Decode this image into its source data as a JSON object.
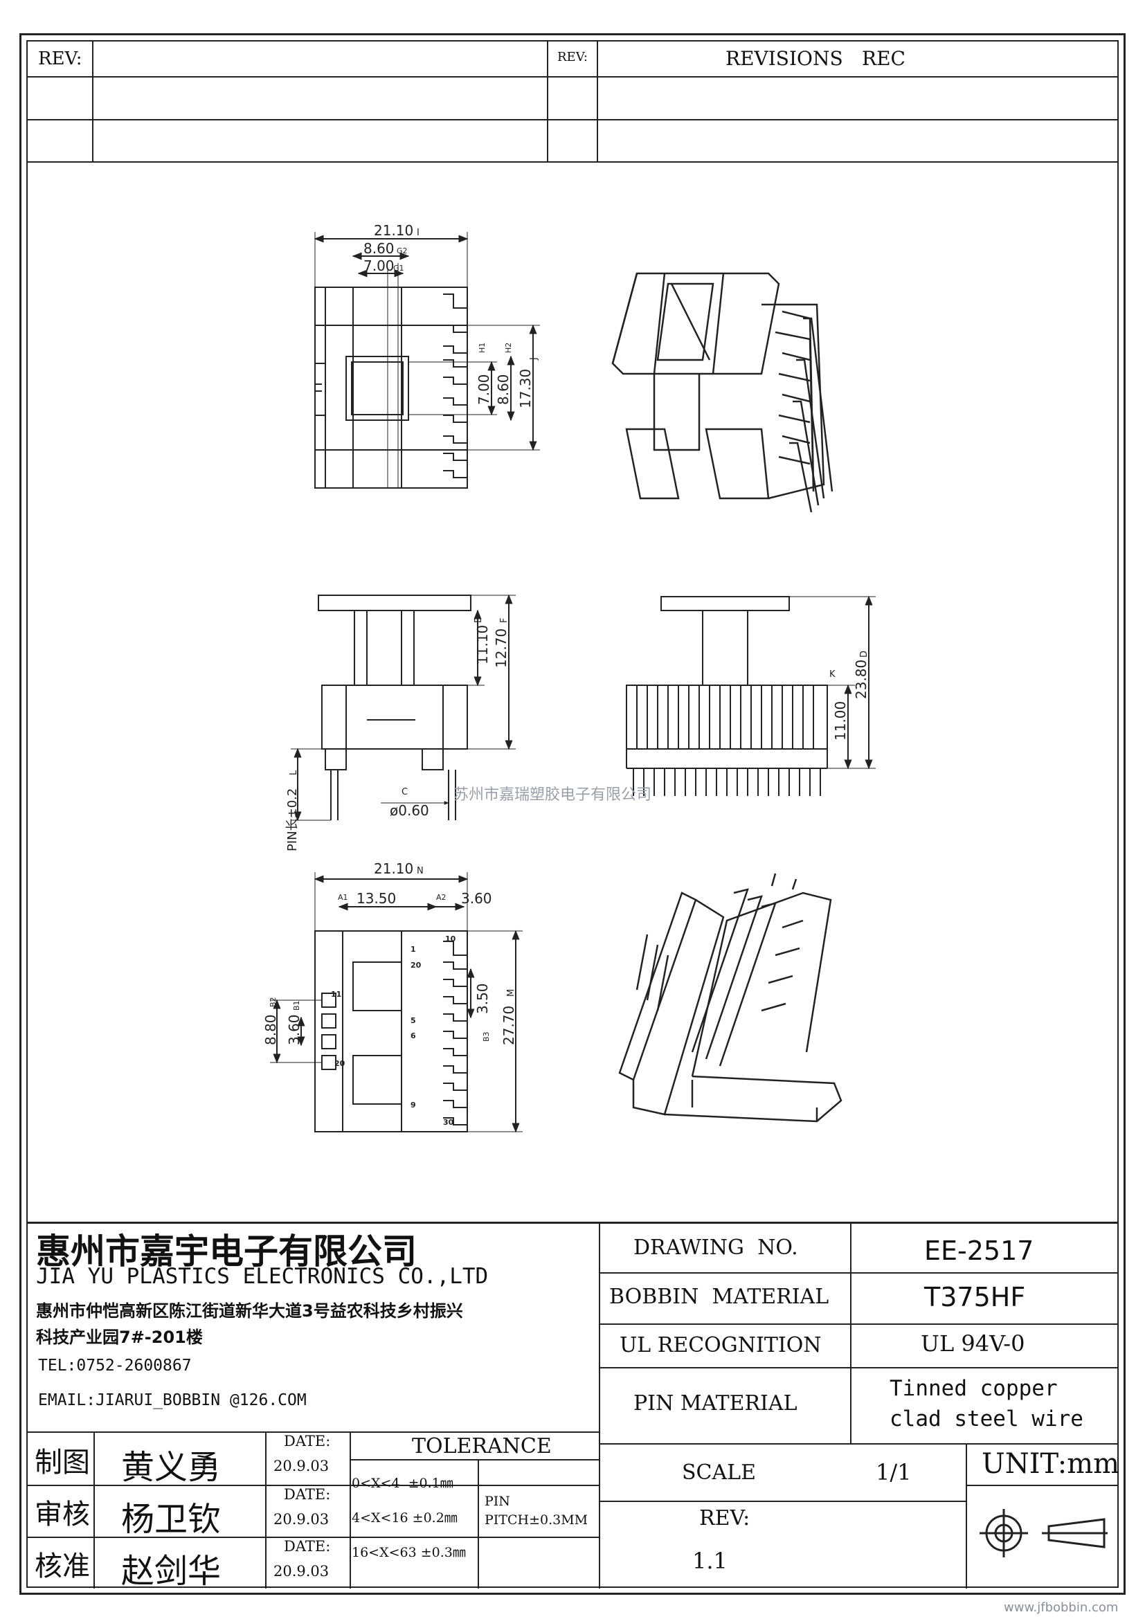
{
  "revisions_header": {
    "rev_left": "REV:",
    "rev_right": "REV:",
    "revisions": "REVISIONS",
    "rec": "REC"
  },
  "drawing": {
    "top_view": {
      "dim_width": "21.10",
      "tag_width": "I",
      "dim_g2": "8.60",
      "tag_g2": "G2",
      "dim_g1": "7.00",
      "tag_g1": "G1",
      "dim_h1": "7.00",
      "tag_h1": "H1",
      "dim_h2": "8.60",
      "tag_h2": "H2",
      "dim_j": "17.30",
      "tag_j": "J"
    },
    "front_view": {
      "dim_e": "11.10",
      "tag_e": "E",
      "dim_f": "12.70",
      "tag_f": "F",
      "dim_pin_len": "PIN长±0.2",
      "tag_l": "L",
      "dim_pin_dia": "ø0.60",
      "tag_c": "C"
    },
    "side_view": {
      "dim_d": "23.80",
      "tag_d": "D",
      "dim_k": "11.00",
      "tag_k": "K"
    },
    "bottom_view": {
      "dim_width": "21.10",
      "tag_width": "N",
      "dim_a1": "13.50",
      "tag_a1": "A1",
      "dim_a2": "3.60",
      "tag_a2": "A2",
      "dim_b2": "8.80",
      "tag_b2": "B2",
      "dim_b1": "3.60",
      "tag_b1": "B1",
      "dim_b3": "3.50",
      "tag_b3": "B3",
      "dim_m": "27.70",
      "tag_m": "M",
      "pin_labels": [
        "10",
        "1",
        "11",
        "20",
        "9",
        "5",
        "6",
        "30",
        "20"
      ]
    },
    "watermark_text": "苏州市嘉瑞塑胶电子有限公司"
  },
  "title_block": {
    "company_cn": "惠州市嘉宇电子有限公司",
    "company_en": "JIA YU PLASTICS ELECTRONICS CO.,LTD",
    "address_line1": "惠州市仲恺高新区陈江街道新华大道3号益农科技乡村振兴",
    "address_line2": "科技产业园7#-201楼",
    "tel": "TEL:0752-2600867",
    "email": "EMAIL:JIARUI_BOBBIN @126.COM",
    "drawing_no_label": "DRAWING  NO.",
    "drawing_no": "EE-2517",
    "bobbin_material_label": "BOBBIN  MATERIAL",
    "bobbin_material": "T375HF",
    "ul_label": "UL RECOGNITION",
    "ul_value": "UL 94V-0",
    "pin_material_label": "PIN MATERIAL",
    "pin_material_line1": "Tinned copper",
    "pin_material_line2": "clad steel wire",
    "scale_label": "SCALE",
    "scale_value": "1/1",
    "unit": "UNIT:mm",
    "rev_label": "REV:",
    "rev_value": "1.1",
    "tolerance_label": "TOLERANCE",
    "tol1": "0<X<4  ±0.1㎜",
    "tol2": "4<X<16 ±0.2㎜",
    "tol3": "16<X<63 ±0.3㎜",
    "pin_tol_line1": "PIN",
    "pin_tol_line2": "PITCH±0.3MM",
    "sign_rows": [
      {
        "role": "制图",
        "name": "黄义勇",
        "date_label": "DATE:",
        "date": "20.9.03"
      },
      {
        "role": "审核",
        "name": "杨卫钦",
        "date_label": "DATE:",
        "date": "20.9.03"
      },
      {
        "role": "核准",
        "name": "赵剑华",
        "date_label": "DATE:",
        "date": "20.9.03"
      }
    ]
  },
  "footer_watermark": "www.jfbobbin.com"
}
